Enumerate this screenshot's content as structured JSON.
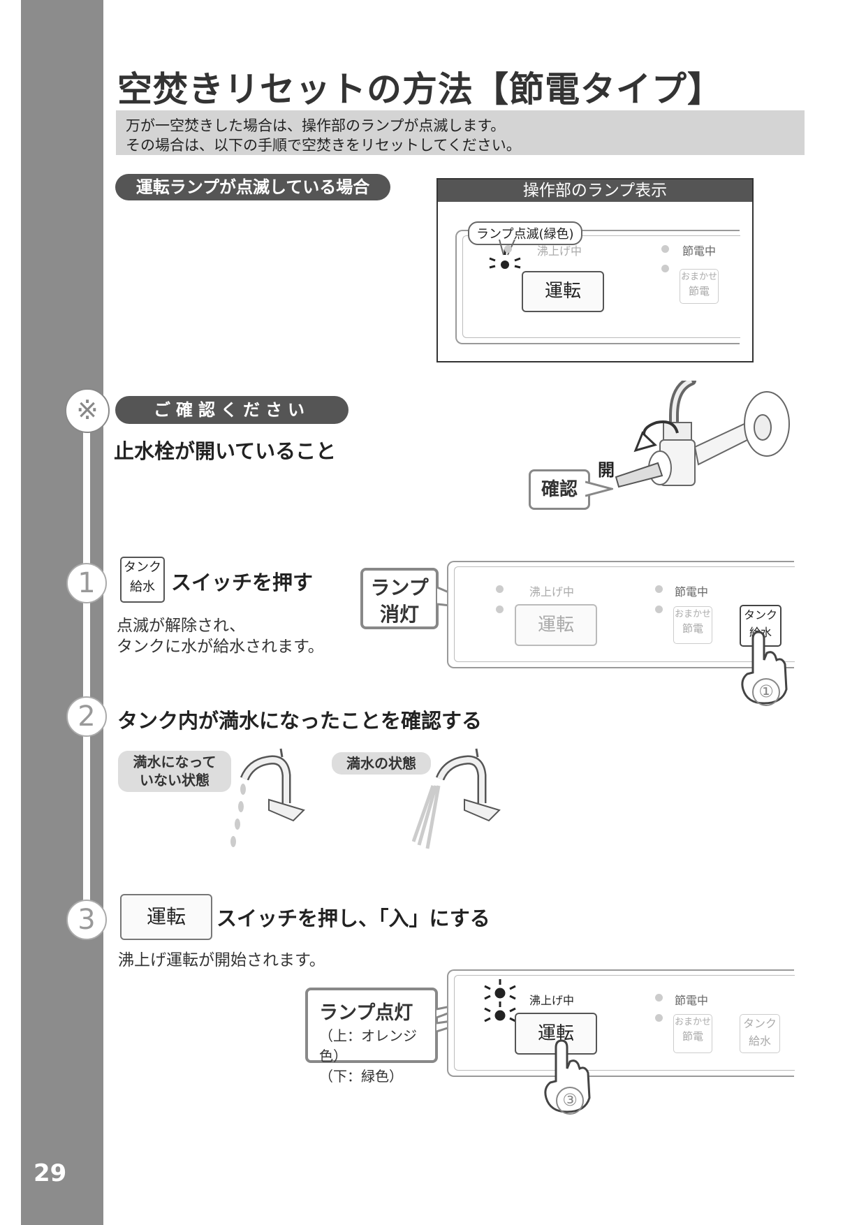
{
  "page_number": "29",
  "title": "空焚きリセットの方法【節電タイプ】",
  "intro": [
    "万が一空焚きした場合は、操作部のランプが点滅します。",
    "その場合は、以下の手順で空焚きをリセットしてください。"
  ],
  "case_label": "運転ランプが点滅している場合",
  "lamp_box": {
    "title": "操作部のランプ表示",
    "blink_label": "ランプ点滅(緑色)",
    "boiling": "沸上げ中",
    "saving": "節電中",
    "run_button": "運転",
    "omakase_line1": "おまかせ",
    "omakase_line2": "節電"
  },
  "confirm": {
    "mark": "※",
    "label": "ご確認ください",
    "text": "止水栓が開いていること",
    "open_label": "開",
    "check_label": "確認"
  },
  "step1": {
    "num": "1",
    "key_line1": "タンク",
    "key_line2": "給水",
    "title": "スイッチを押す",
    "desc": [
      "点滅が解除され、",
      "タンクに水が給水されます。"
    ],
    "callout": [
      "ランプ",
      "消灯"
    ],
    "boiling": "沸上げ中",
    "saving": "節電中",
    "run_button": "運転",
    "omakase_line1": "おまかせ",
    "omakase_line2": "節電",
    "tank_line1": "タンク",
    "tank_line2": "給水",
    "press_mark": "①"
  },
  "step2": {
    "num": "2",
    "title": "タンク内が満水になったことを確認する",
    "not_full": [
      "満水になって",
      "いない状態"
    ],
    "full": "満水の状態"
  },
  "step3": {
    "num": "3",
    "key": "運転",
    "title": "スイッチを押し、「入」にする",
    "desc": "沸上げ運転が開始されます。",
    "callout_title": "ランプ点灯",
    "callout_sub1": "（上：オレンジ色）",
    "callout_sub2": "（下：緑色）",
    "boiling": "沸上げ中",
    "saving": "節電中",
    "run_button": "運転",
    "omakase_line1": "おまかせ",
    "omakase_line2": "節電",
    "tank_line1": "タンク",
    "tank_line2": "給水",
    "press_mark": "③"
  }
}
